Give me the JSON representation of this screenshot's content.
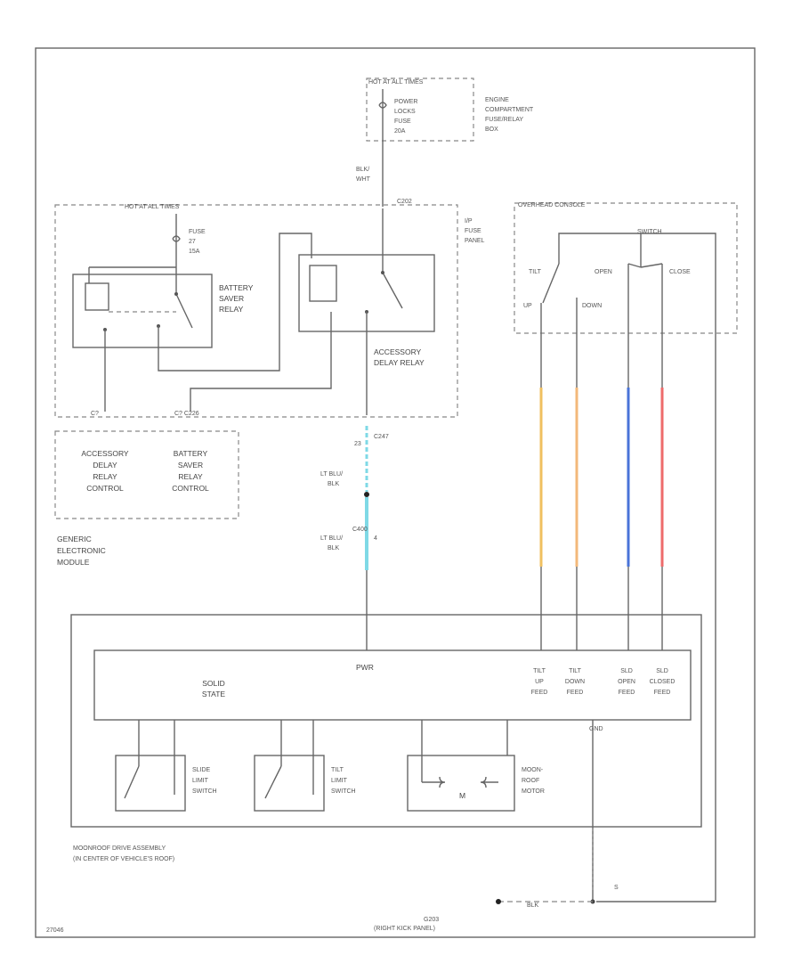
{
  "engine_fuse_box": {
    "hot": "HOT AT ALL TIMES",
    "fuse_lines": [
      "POWER",
      "LOCKS",
      "FUSE",
      "20A"
    ],
    "name_lines": [
      "ENGINE",
      "COMPARTMENT",
      "FUSE/RELAY",
      "BOX"
    ]
  },
  "wire_blk_wht": [
    "BLK/",
    "WHT"
  ],
  "connector_c202": "C202",
  "ip_fuse_panel": {
    "hot": "HOT AT ALL TIMES",
    "fuse_lines": [
      "FUSE",
      "27",
      "15A"
    ],
    "name_lines": [
      "I/P",
      "FUSE",
      "PANEL"
    ],
    "battery_saver_relay": [
      "BATTERY",
      "SAVER",
      "RELAY"
    ],
    "accessory_delay_relay": [
      "ACCESSORY",
      "DELAY RELAY"
    ],
    "connector_a": "C?",
    "connector_b": "C? C226"
  },
  "gem": {
    "acc_delay": [
      "ACCESSORY",
      "DELAY",
      "RELAY",
      "CONTROL"
    ],
    "batt_saver": [
      "BATTERY",
      "SAVER",
      "RELAY",
      "CONTROL"
    ],
    "name_lines": [
      "GENERIC",
      "ELECTRONIC",
      "MODULE"
    ]
  },
  "overhead_console": {
    "title": "OVERHEAD CONSOLE",
    "switch": "SWITCH",
    "tilt": "TILT",
    "up": "UP",
    "down": "DOWN",
    "open": "OPEN",
    "close": "CLOSE"
  },
  "feed_wires": {
    "connector": "C247",
    "pin": "23",
    "color1": [
      "LT BLU/",
      "BLK"
    ],
    "color2": [
      "LT BLU/",
      "BLK"
    ],
    "connector2": "C400",
    "pin2": "4"
  },
  "drive_assembly": {
    "pwr": "PWR",
    "solid_state": [
      "SOLID",
      "STATE"
    ],
    "tilt_up": [
      "TILT",
      "UP",
      "FEED"
    ],
    "tilt_down": [
      "TILT",
      "DOWN",
      "FEED"
    ],
    "sld_open": [
      "SLD",
      "OPEN",
      "FEED"
    ],
    "sld_closed": [
      "SLD",
      "CLOSED",
      "FEED"
    ],
    "gnd": "GND",
    "slide_switch": [
      "SLIDE",
      "LIMIT",
      "SWITCH"
    ],
    "tilt_switch": [
      "TILT",
      "LIMIT",
      "SWITCH"
    ],
    "motor": [
      "MOON-",
      "ROOF",
      "MOTOR"
    ],
    "motor_symbol": "M",
    "name_lines": [
      "MOONROOF DRIVE ASSEMBLY",
      "(IN CENTER OF VEHICLE'S ROOF)"
    ]
  },
  "ground": {
    "wire": "BLK",
    "name": "G203",
    "location": "(RIGHT KICK PANEL)",
    "splice": "S"
  },
  "colors": {
    "tilt_up": "#f0c060",
    "tilt_down": "#f3b87a",
    "sld_open": "#4a74d8",
    "sld_closed": "#ee6b6b",
    "pwr": "#7fd9e6"
  },
  "footer_code": "27046"
}
